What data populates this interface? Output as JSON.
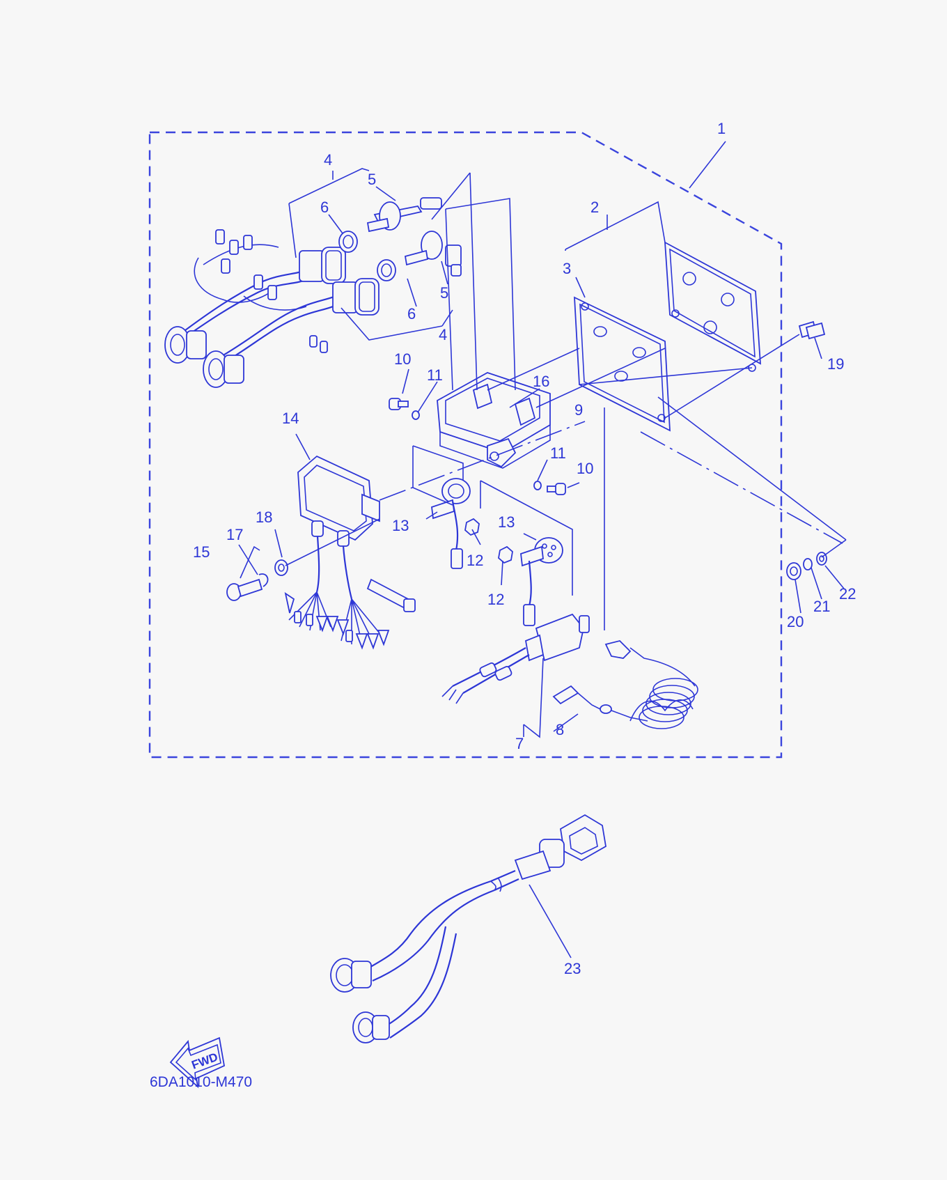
{
  "diagram": {
    "drawing_code": "6DA1010-M470",
    "fwd_label": "FWD",
    "callouts": {
      "p1": "1",
      "p2": "2",
      "p3": "3",
      "p4a": "4",
      "p4b": "4",
      "p5a": "5",
      "p5b": "5",
      "p6a": "6",
      "p6b": "6",
      "p7": "7",
      "p8": "8",
      "p9": "9",
      "p10a": "10",
      "p10b": "10",
      "p11a": "11",
      "p11b": "11",
      "p12a": "12",
      "p12b": "12",
      "p13a": "13",
      "p13b": "13",
      "p14": "14",
      "p15": "15",
      "p16": "16",
      "p17": "17",
      "p18": "18",
      "p19": "19",
      "p20": "20",
      "p21": "21",
      "p22": "22",
      "p23": "23"
    },
    "colors": {
      "line": "#2d36d6",
      "background": "#f7f7f7"
    }
  }
}
